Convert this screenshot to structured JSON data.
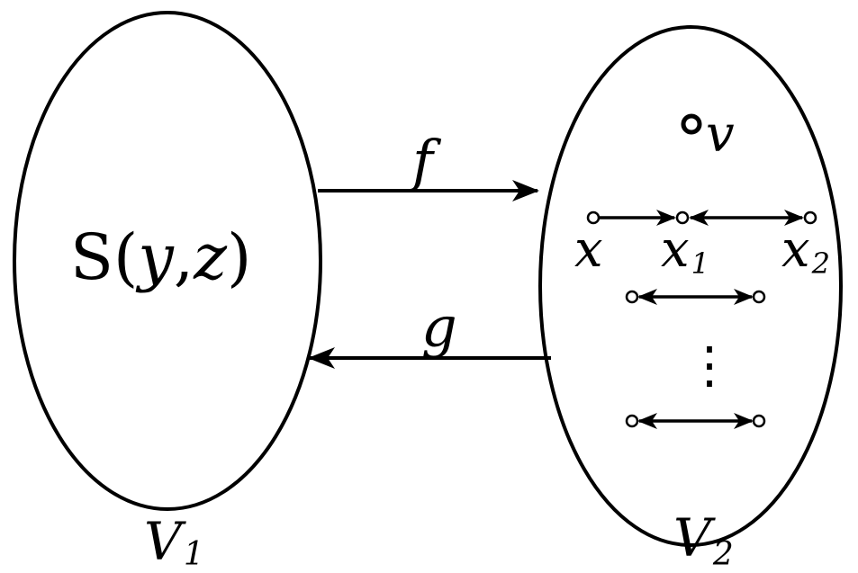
{
  "set_left": {
    "label": "V",
    "label_sub": "1",
    "content_main": "S(",
    "content_y": "y",
    "content_comma": ",",
    "content_z": "z",
    "content_close": ")"
  },
  "set_right": {
    "label": "V",
    "label_sub": "2"
  },
  "mappings": {
    "f_label": "f",
    "g_label": "g"
  },
  "vertices": {
    "v": "v",
    "x": "x",
    "x1": "x",
    "x1_sub": "1",
    "x2": "x",
    "x2_sub": "2"
  },
  "ellipsis": "⋮",
  "colors": {
    "stroke": "#000000",
    "background": "#ffffff"
  }
}
